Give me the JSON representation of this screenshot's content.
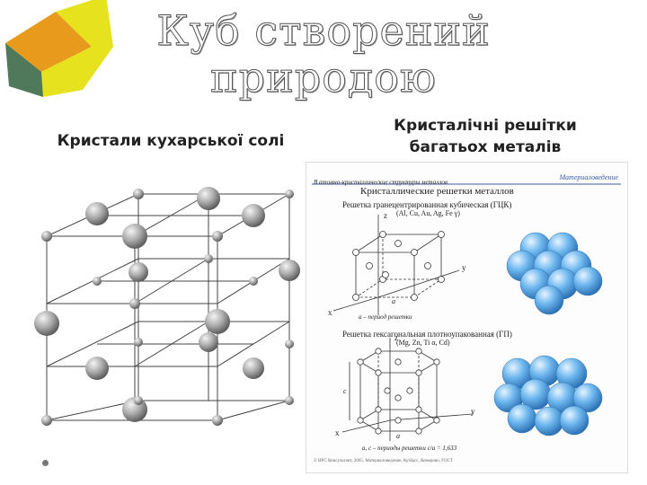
{
  "slide": {
    "title_line1": "Куб створений",
    "title_line2": "природою",
    "caption_left": "Кристали кухарської солі",
    "caption_right_line1": "Кристалічні решітки",
    "caption_right_line2": "багатьох металів"
  },
  "panel": {
    "top_note": "В  атомно-кристаллические  структуры  металлов",
    "brand": "Материаловедение",
    "heading": "Кристаллические решетки металлов",
    "fcc_title": "Решетка гранецентрированная кубическая (ГЦК)",
    "fcc_metals": "(Al, Cu, Au, Ag, Fe γ)",
    "fcc_caption": "а – период решетки",
    "hcp_title": "Решетка гексагональная плотноупакованная (ГП)",
    "hcp_metals": "(Mg, Zn, Ti α, Cd)",
    "hcp_caption": "а, с – периоды решетки c/a = 1,633",
    "axis_z": "z",
    "axis_y": "y",
    "axis_x": "x",
    "label_a": "a",
    "label_c": "c",
    "footer": "© ИРС Консультант, 2005, Материаловедение, Кузбасс, Кемерово, ГОСТ"
  },
  "colors": {
    "cube_top": "#e79a1c",
    "cube_right": "#e6e21e",
    "cube_left": "#50795c",
    "sphere_blue": "#6cb6ee"
  },
  "icons": [
    "cube-logo-icon",
    "bullet-icon"
  ]
}
